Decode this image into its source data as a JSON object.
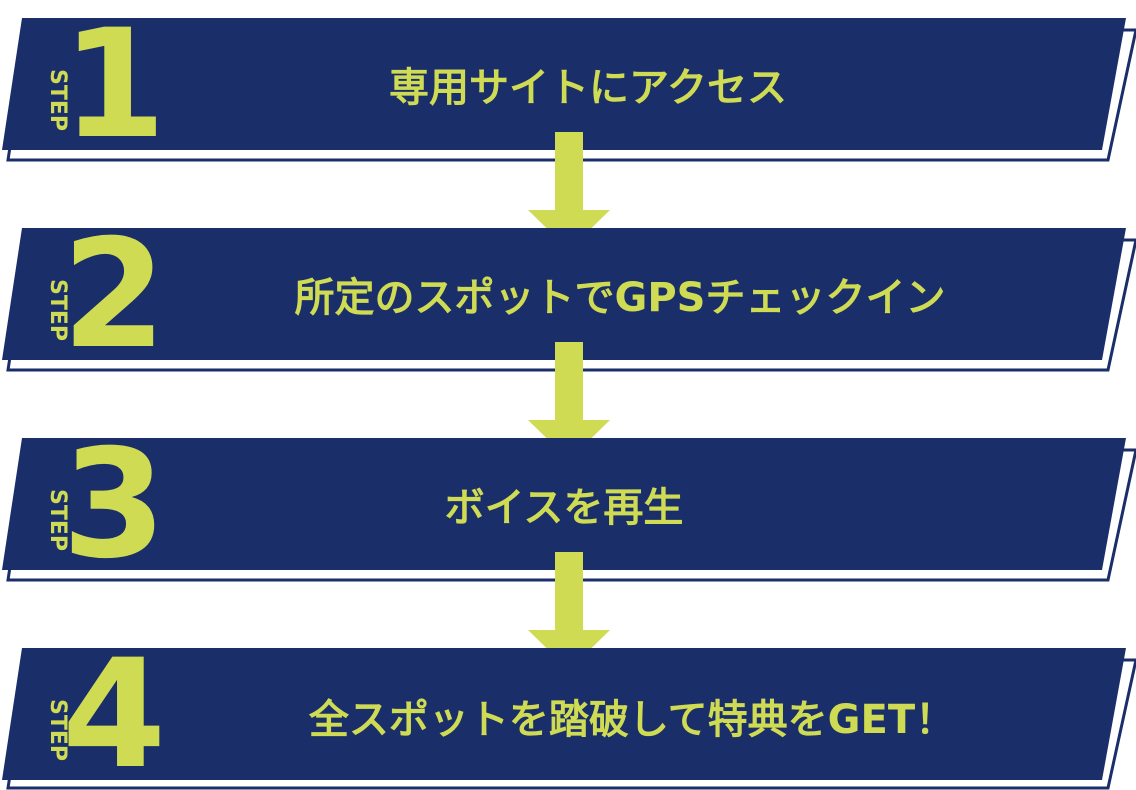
{
  "step_word": "STEP",
  "colors": {
    "banner": "#1a2e6a",
    "accent": "#cfdb52",
    "outline": "#1a2e6a",
    "background": "#ffffff"
  },
  "steps": [
    {
      "number": "1",
      "text": "専用サイトにアクセス"
    },
    {
      "number": "2",
      "text": "所定のスポットでGPSチェックイン"
    },
    {
      "number": "3",
      "text": "ボイスを再生"
    },
    {
      "number": "4",
      "text": "全スポットを踏破して特典をGET！"
    }
  ]
}
